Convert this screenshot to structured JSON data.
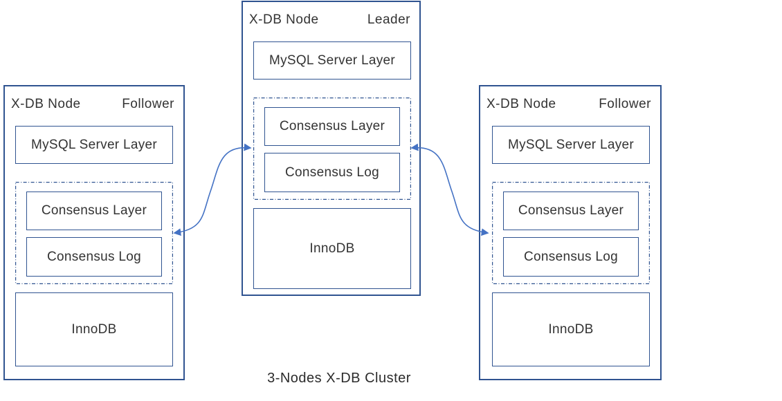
{
  "caption": "3-Nodes X-DB Cluster",
  "colors": {
    "box_border": "#2F5390",
    "arrow": "#4472C4",
    "text": "#333333"
  },
  "nodes": [
    {
      "id": "left",
      "title": "X-DB Node",
      "role": "Follower",
      "layers": {
        "mysql": "MySQL Server Layer",
        "consensus_layer": "Consensus Layer",
        "consensus_log": "Consensus Log",
        "storage": "InnoDB"
      }
    },
    {
      "id": "center",
      "title": "X-DB Node",
      "role": "Leader",
      "layers": {
        "mysql": "MySQL Server Layer",
        "consensus_layer": "Consensus Layer",
        "consensus_log": "Consensus Log",
        "storage": "InnoDB"
      }
    },
    {
      "id": "right",
      "title": "X-DB Node",
      "role": "Follower",
      "layers": {
        "mysql": "MySQL Server Layer",
        "consensus_layer": "Consensus Layer",
        "consensus_log": "Consensus Log",
        "storage": "InnoDB"
      }
    }
  ]
}
